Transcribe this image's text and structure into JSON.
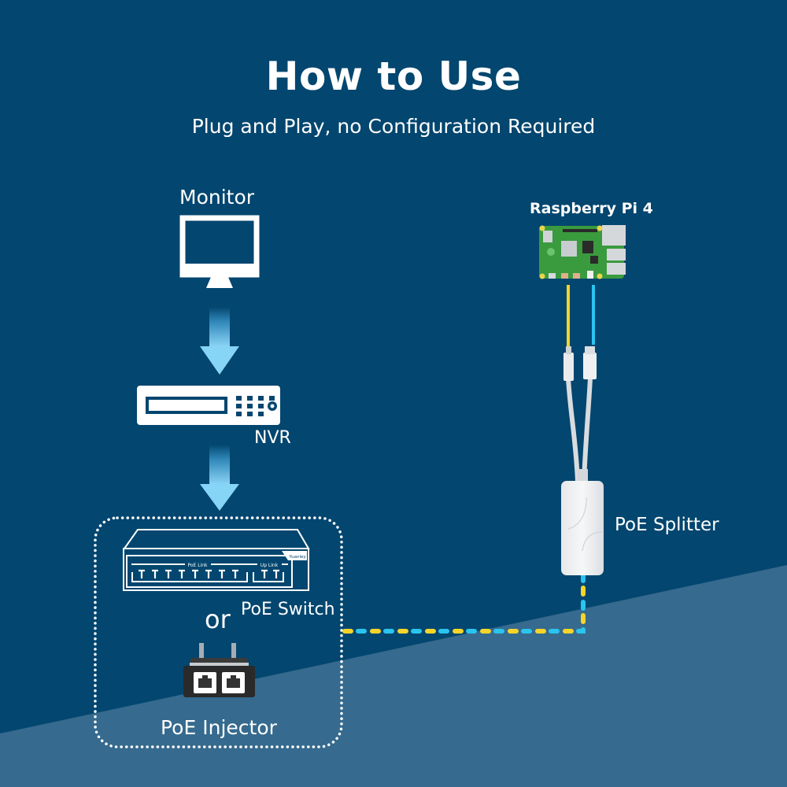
{
  "header": {
    "title": "How to Use",
    "subtitle": "Plug and Play, no Configuration Required"
  },
  "colors": {
    "background_dark": "#03466f",
    "background_light": "#366a8e",
    "cable_yellow": "#f6d42a",
    "cable_blue": "#2bc4ef",
    "arrow_light": "#7fd3f5",
    "device_white": "#ffffff",
    "rpi_green": "#3a9a3e",
    "injector_black": "#2a2a2a"
  },
  "devices": {
    "monitor": {
      "label": "Monitor",
      "icon": "monitor-icon"
    },
    "nvr": {
      "label": "NVR",
      "icon": "nvr-icon"
    },
    "poe_switch": {
      "label": "PoE Switch",
      "icon": "network-switch-icon",
      "panel_labels": {
        "poe_link": "PoE Link",
        "up_link": "Up Link",
        "brand": "Yuanley"
      }
    },
    "separator": "or",
    "poe_injector": {
      "label": "PoE Injector",
      "icon": "poe-injector-icon"
    },
    "raspberry_pi": {
      "label": "Raspberry Pi 4",
      "icon": "raspberry-pi-board-icon"
    },
    "poe_splitter": {
      "label": "PoE Splitter",
      "icon": "poe-splitter-icon"
    }
  },
  "flow": [
    {
      "from": "Monitor",
      "to": "NVR",
      "connector": "arrow-down"
    },
    {
      "from": "NVR",
      "to": "PoE Switch / PoE Injector",
      "connector": "arrow-down"
    },
    {
      "from": "PoE Switch / PoE Injector",
      "to": "PoE Splitter",
      "connector": "dashed-cable"
    },
    {
      "from": "PoE Splitter",
      "to": "Raspberry Pi 4",
      "connector": "power-and-data-cables"
    }
  ]
}
